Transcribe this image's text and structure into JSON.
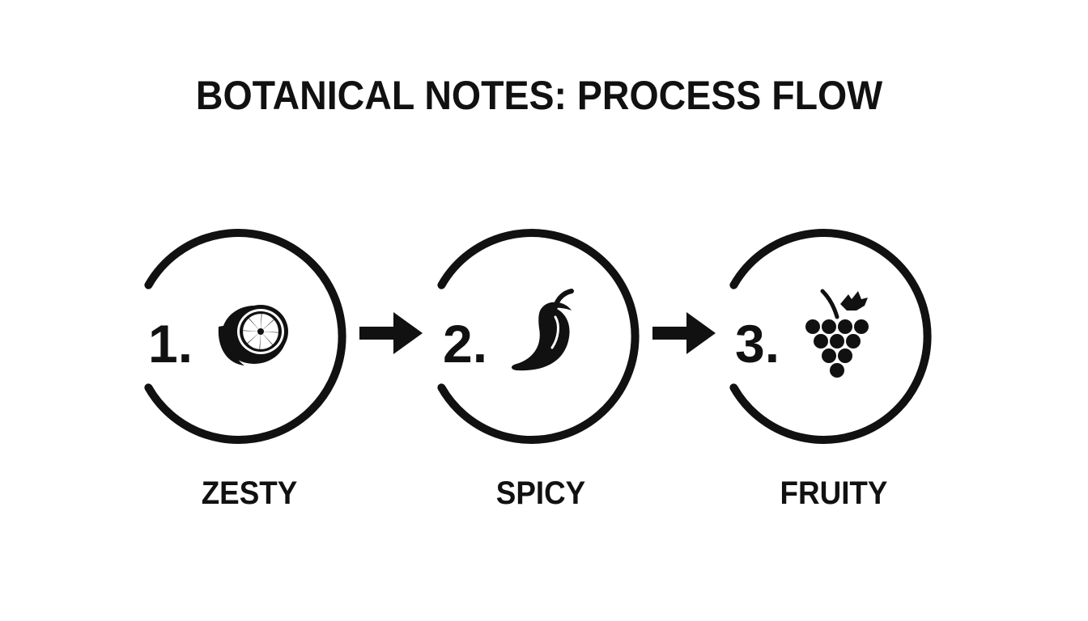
{
  "diagram": {
    "title": "BOTANICAL NOTES: PROCESS FLOW",
    "steps": [
      {
        "number": "1.",
        "label": "ZESTY",
        "icon": "citrus-slice-icon"
      },
      {
        "number": "2.",
        "label": "SPICY",
        "icon": "chili-pepper-icon"
      },
      {
        "number": "3.",
        "label": "FRUITY",
        "icon": "grape-bunch-icon"
      }
    ],
    "connector_icon": "arrow-right-icon",
    "colors": {
      "ink": "#111111",
      "background": "#ffffff"
    }
  }
}
